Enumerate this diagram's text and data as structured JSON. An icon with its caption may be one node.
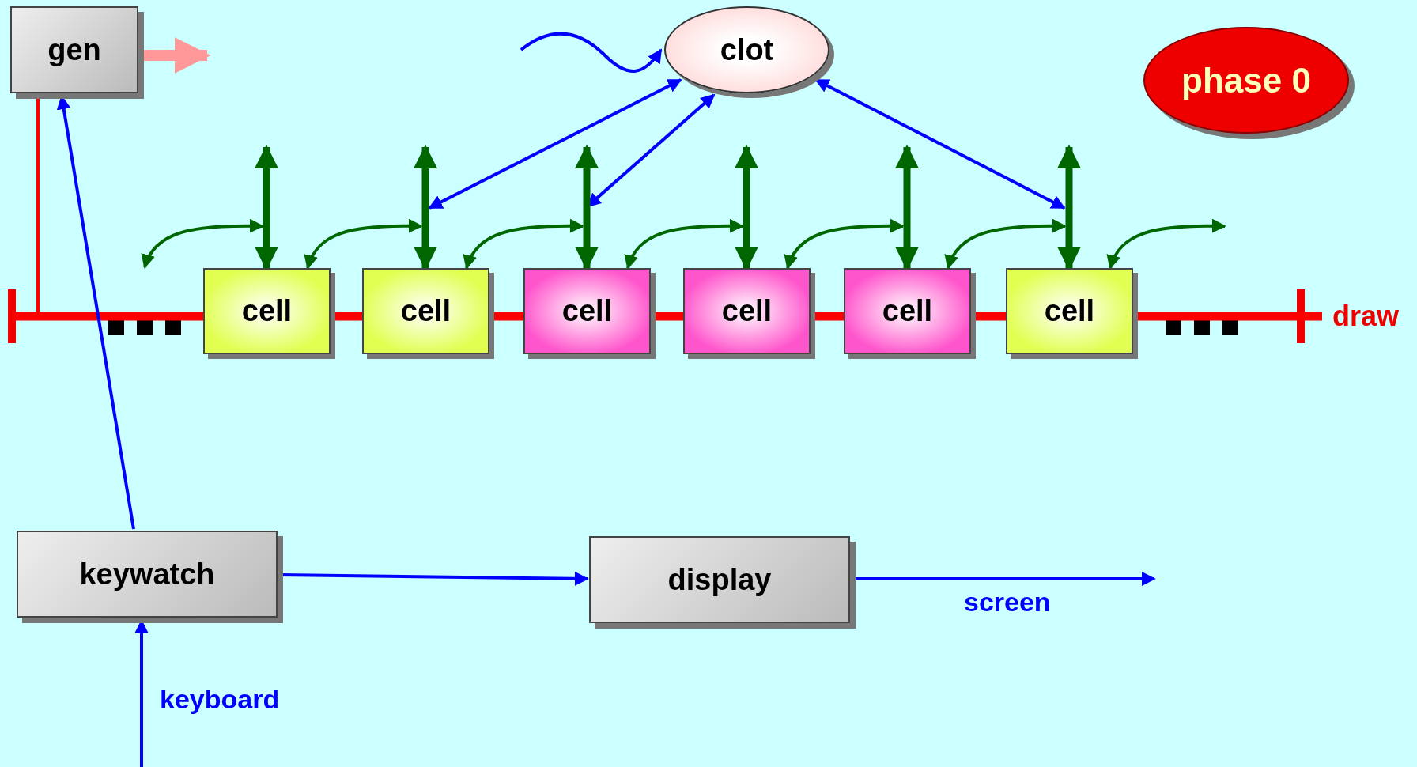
{
  "diagram": {
    "nodes": [
      {
        "text": [
          "gen"
        ]
      },
      {
        "text": [
          "clot"
        ]
      },
      {
        "text": [
          "phase 0"
        ]
      },
      {
        "text": [
          "cell"
        ]
      },
      {
        "text": [
          "cell"
        ]
      },
      {
        "text": [
          "cell"
        ]
      },
      {
        "text": [
          "cell"
        ]
      },
      {
        "text": [
          "cell"
        ]
      },
      {
        "text": [
          "cell"
        ]
      },
      {
        "text": [
          "keywatch"
        ]
      },
      {
        "text": [
          "display"
        ]
      },
      {
        "text": [
          "draw"
        ]
      }
    ],
    "edges": [
      {
        "from": 0,
        "to": null,
        "arrow": "to",
        "style": "thick",
        "color": "#ff9999"
      },
      {
        "from": null,
        "to": 1,
        "arrow": "to",
        "color": "#0000ff"
      },
      {
        "from": 1,
        "to": 4,
        "arrow": "both",
        "color": "#0000ff"
      },
      {
        "from": 1,
        "to": 5,
        "arrow": "both",
        "color": "#0000ff"
      },
      {
        "from": 1,
        "to": 8,
        "arrow": "both",
        "color": "#0000ff"
      },
      {
        "from": 0,
        "to": null,
        "arrow": "none",
        "color": "#ff0000"
      },
      {
        "from": null,
        "to": 3,
        "arrow": "none",
        "style": "thick",
        "color": "#ff0000"
      },
      {
        "from": 3,
        "to": 4,
        "arrow": "none",
        "style": "thick",
        "color": "#ff0000"
      },
      {
        "from": 4,
        "to": 5,
        "arrow": "none",
        "style": "thick",
        "color": "#ff0000"
      },
      {
        "from": 5,
        "to": 6,
        "arrow": "none",
        "style": "thick",
        "color": "#ff0000"
      },
      {
        "from": 6,
        "to": 7,
        "arrow": "none",
        "style": "thick",
        "color": "#ff0000"
      },
      {
        "from": 7,
        "to": 8,
        "arrow": "none",
        "style": "thick",
        "color": "#ff0000"
      },
      {
        "from": 8,
        "to": 11,
        "arrow": "none",
        "style": "thick",
        "color": "#ff0000"
      },
      {
        "from": 3,
        "to": null,
        "arrow": "both",
        "style": "thick",
        "color": "#006600"
      },
      {
        "from": 4,
        "to": null,
        "arrow": "both",
        "style": "thick",
        "color": "#006600"
      },
      {
        "from": 5,
        "to": null,
        "arrow": "both",
        "style": "thick",
        "color": "#006600"
      },
      {
        "from": 6,
        "to": null,
        "arrow": "both",
        "style": "thick",
        "color": "#006600"
      },
      {
        "from": 7,
        "to": null,
        "arrow": "both",
        "style": "thick",
        "color": "#006600"
      },
      {
        "from": 8,
        "to": null,
        "arrow": "both",
        "style": "thick",
        "color": "#006600"
      },
      {
        "from": null,
        "to": 3,
        "arrow": "both",
        "color": "#006600"
      },
      {
        "from": 3,
        "to": 4,
        "arrow": "both",
        "color": "#006600"
      },
      {
        "from": 4,
        "to": 5,
        "arrow": "both",
        "color": "#006600"
      },
      {
        "from": 5,
        "to": 6,
        "arrow": "both",
        "color": "#006600"
      },
      {
        "from": 6,
        "to": 7,
        "arrow": "both",
        "color": "#006600"
      },
      {
        "from": 7,
        "to": 8,
        "arrow": "both",
        "color": "#006600"
      },
      {
        "from": 8,
        "to": null,
        "arrow": "both",
        "color": "#006600"
      },
      {
        "from": 9,
        "to": 0,
        "arrow": "to",
        "color": "#0000ff"
      },
      {
        "from": 9,
        "to": 10,
        "arrow": "to",
        "color": "#0000ff"
      },
      {
        "from": 10,
        "to": null,
        "arrow": "to",
        "label": "screen",
        "color": "#0000ff"
      },
      {
        "from": null,
        "to": 9,
        "arrow": "to",
        "label": "keyboard",
        "color": "#0000ff"
      }
    ]
  }
}
